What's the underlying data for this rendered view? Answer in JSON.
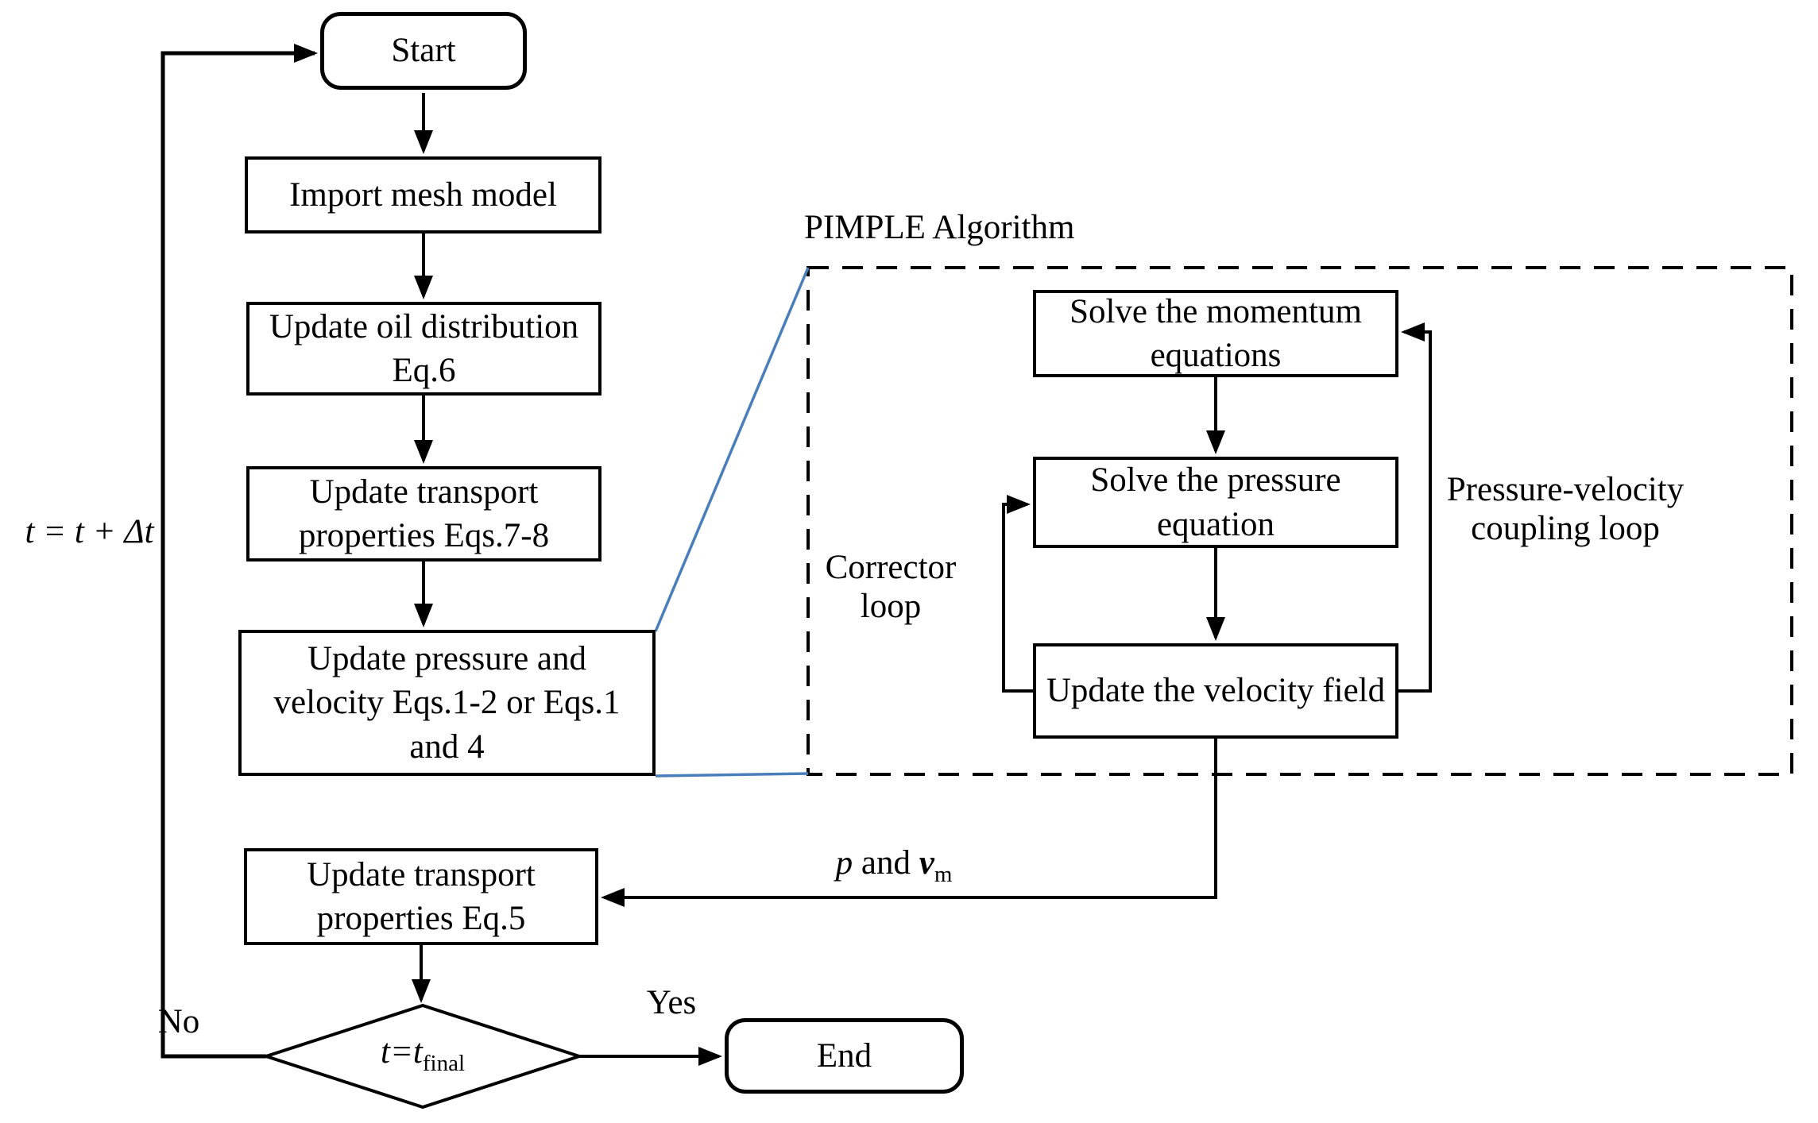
{
  "diagram": {
    "title": "PIMPLE Algorithm",
    "nodes": {
      "start": "Start",
      "import_mesh": "Import mesh model",
      "update_oil": "Update oil distribution Eq.6",
      "update_transport_78": "Update transport properties Eqs.7-8",
      "update_pressure_velocity": "Update pressure and velocity Eqs.1-2 or Eqs.1 and 4",
      "update_transport_5": "Update transport properties Eq.5",
      "solve_momentum": "Solve the momentum equations",
      "solve_pressure": "Solve the pressure equation",
      "update_velocity_field": "Update the velocity field",
      "end": "End"
    },
    "decision": {
      "main": "t=t",
      "sub": "final"
    },
    "labels": {
      "time_increment": "t = t + Δt",
      "no": "No",
      "yes": "Yes",
      "corrector_loop": "Corrector loop",
      "pressure_velocity_loop": "Pressure-velocity coupling loop",
      "output_p": "p",
      "output_and": " and ",
      "output_v": "v",
      "output_v_sub": "m"
    },
    "colors": {
      "line_black": "#000000",
      "connector_blue": "#4a7ebb",
      "background": "#ffffff"
    }
  }
}
